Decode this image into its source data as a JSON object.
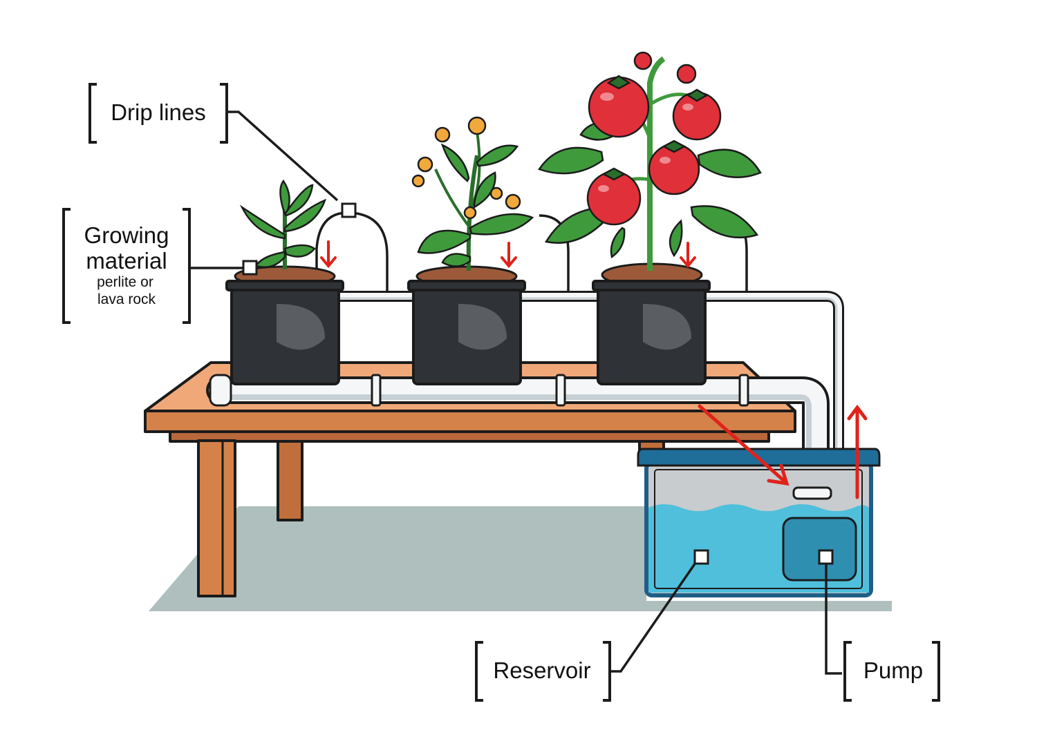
{
  "labels": {
    "drip_lines": "Drip lines",
    "growing_material_line1": "Growing",
    "growing_material_line2": "material",
    "growing_material_sub1": "perlite or",
    "growing_material_sub2": "lava rock",
    "reservoir": "Reservoir",
    "pump": "Pump"
  },
  "colors": {
    "outline": "#1b1b1b",
    "table_wood": "#d4814a",
    "table_shadow": "#aebfbd",
    "pot": "#2f3236",
    "pot_highlight": "#5a5d62",
    "soil": "#9c5a3a",
    "pipe": "#f4f6f7",
    "pipe_shade": "#c7d0d4",
    "reservoir_lid": "#1f6d99",
    "reservoir_air": "#c9ccce",
    "water": "#4fbfdc",
    "pump_body": "#2f8fb0",
    "flow_arrow": "#e0221b",
    "leaf": "#3f9a3c",
    "leaf_dark": "#2b6e2b",
    "tomato": "#e0303a",
    "flower": "#f2a93b"
  }
}
